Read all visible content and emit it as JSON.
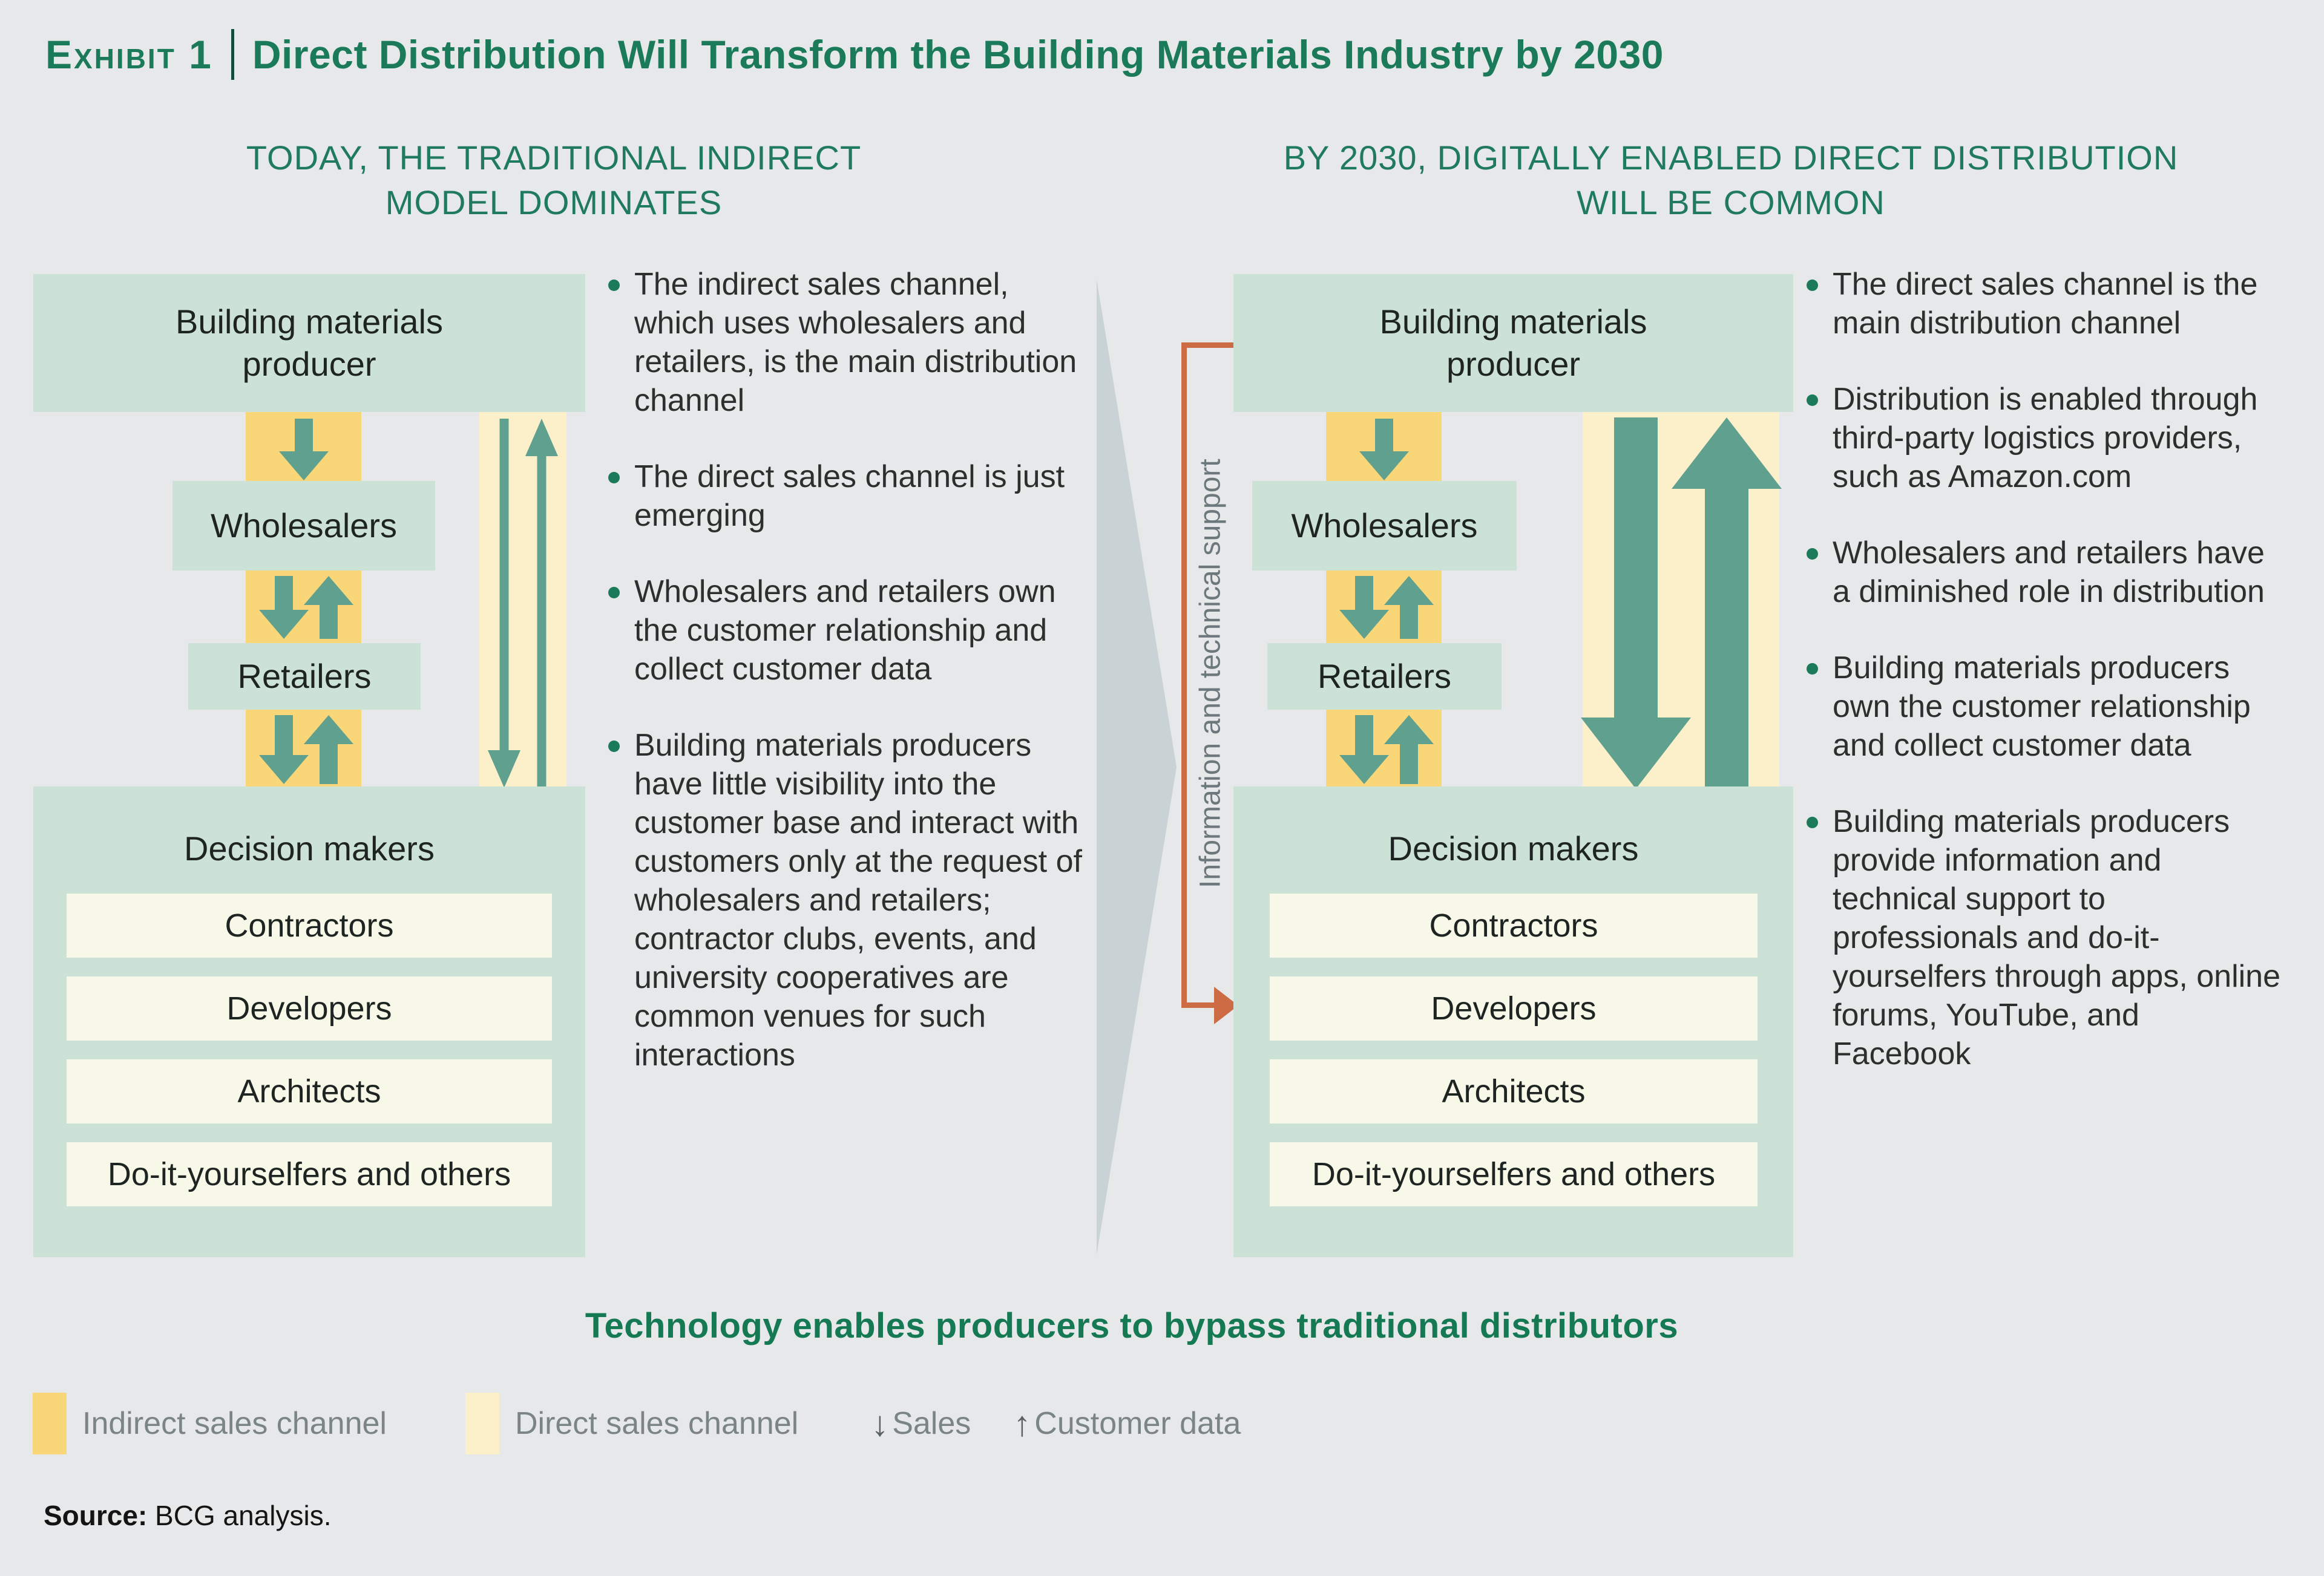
{
  "title": {
    "exhibit_label": "Exhibit 1",
    "text": "Direct Distribution Will Transform the Building Materials Industry by 2030"
  },
  "left_panel": {
    "header_line1": "TODAY, THE TRADITIONAL INDIRECT",
    "header_line2": "MODEL DOMINATES"
  },
  "right_panel": {
    "header_line1": "BY 2030, DIGITALLY ENABLED DIRECT DISTRIBUTION",
    "header_line2": "WILL BE COMMON"
  },
  "diagram": {
    "producer": "Building materials producer",
    "wholesalers": "Wholesalers",
    "retailers": "Retailers",
    "decision_makers": "Decision makers",
    "decision_rows": [
      "Contractors",
      "Developers",
      "Architects",
      "Do-it-yourselfers and others"
    ]
  },
  "middle": {
    "support_label": "Information and technical support"
  },
  "left_bullets": [
    "The indirect sales channel, which uses wholesalers and retailers, is the main distribution channel",
    "The direct sales channel is just emerging",
    "Wholesalers and retailers own the customer relationship and collect customer data",
    "Building materials producers have little visibility into the customer base and interact with customers only at the request of wholesalers and retailers; contractor clubs, events, and university cooperatives are common venues for such interactions"
  ],
  "right_bullets": [
    "The direct sales channel is the main distribution channel",
    "Distribution is enabled through third-party logistics providers, such as Amazon.com",
    "Wholesalers and retailers have a diminished role in distribution",
    "Building materials producers own the customer relationship and collect customer data",
    "Building materials producers provide information and technical support to professionals and do-it-yourselfers through apps, online forums, YouTube, and Facebook"
  ],
  "statement": "Technology enables producers to bypass traditional distributors",
  "legend": {
    "indirect": "Indirect sales channel",
    "direct": "Direct sales channel",
    "sales": "Sales",
    "customer_data": "Customer data",
    "sales_arrow": "↓",
    "customer_data_arrow": "↑"
  },
  "source": {
    "label": "Source:",
    "text": " BCG analysis."
  },
  "colors": {
    "green_text": "#1b7a5a",
    "box_green": "#cde2d7",
    "indirect_gold": "#f9d779",
    "direct_pale_yellow": "#fcf0cb",
    "arrow_teal": "#5fa08f",
    "support_orange": "#cd6c44",
    "row_cream": "#f7f8e8",
    "background": "#e7e8e9"
  }
}
